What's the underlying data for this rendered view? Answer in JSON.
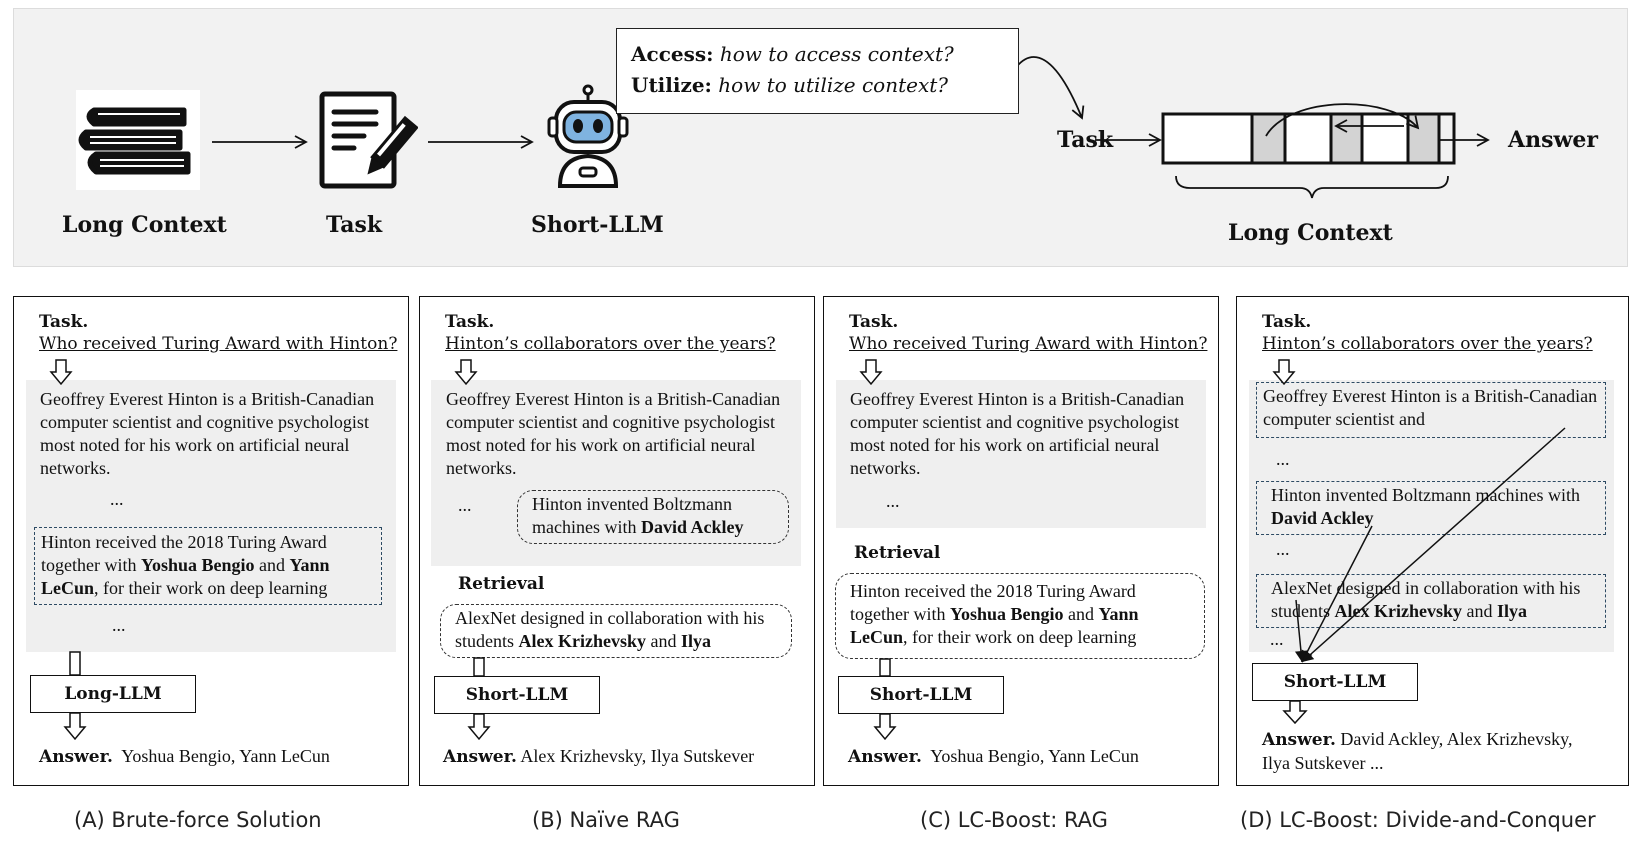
{
  "top": {
    "long_context_label": "Long Context",
    "task_label": "Task",
    "short_llm_label": "Short-LLM",
    "speech": {
      "access_key": "Access:",
      "access_text": "how to access context?",
      "utilize_key": "Utilize:",
      "utilize_text": "how to utilize context?"
    },
    "flow_task_label": "Task",
    "flow_answer_label": "Answer",
    "flow_long_context_label": "Long Context"
  },
  "panels": {
    "a": {
      "task_title": "Task.",
      "question": "Who received Turing Award with Hinton?",
      "para1": "Geoffrey Everest Hinton is a British-Canadian computer scientist and cognitive psychologist most noted for his work on artificial neural networks.",
      "ellipsis1": "...",
      "hl_pre": "Hinton received the 2018 Turing Award together with ",
      "hl_b1": "Yoshua Bengio",
      "hl_mid": " and ",
      "hl_b2": "Yann LeCun",
      "hl_post": ", for their work on deep learning",
      "ellipsis2": "...",
      "llm": "Long-LLM",
      "answer_head": "Answer.",
      "answer_text": "Yoshua Bengio, Yann LeCun",
      "caption": "(A) Brute-force Solution"
    },
    "b": {
      "task_title": "Task.",
      "question": "Hinton’s collaborators over the years?",
      "para1": "Geoffrey Everest Hinton is a British-Canadian computer scientist and cognitive psychologist most noted for his work on artificial neural networks.",
      "ellipsis1": "...",
      "hl_pre": "Hinton invented Boltzmann machines with ",
      "hl_b1": "David Ackley",
      "retrieval": "Retrieval",
      "ret_pre": "AlexNet designed in collaboration with his students ",
      "ret_b1": "Alex Krizhevsky",
      "ret_mid": " and ",
      "ret_b2": "Ilya",
      "llm": "Short-LLM",
      "answer_head": "Answer.",
      "answer_text": "Alex Krizhevsky, Ilya Sutskever",
      "caption": "(B) Naïve RAG"
    },
    "c": {
      "task_title": "Task.",
      "question": "Who received Turing Award with Hinton?",
      "para1": "Geoffrey Everest Hinton is a British-Canadian computer scientist and cognitive psychologist most noted for his work on artificial neural networks.",
      "ellipsis1": "...",
      "retrieval": "Retrieval",
      "ret_pre": "Hinton received the 2018 Turing Award together with ",
      "ret_b1": "Yoshua Bengio",
      "ret_mid": " and ",
      "ret_b2": "Yann LeCun",
      "ret_post": ", for their work on deep learning",
      "llm": "Short-LLM",
      "answer_head": "Answer.",
      "answer_text": "Yoshua Bengio, Yann LeCun",
      "caption": "(C) LC-Boost: RAG"
    },
    "d": {
      "task_title": "Task.",
      "question": "Hinton’s collaborators over the years?",
      "chunk1": "Geoffrey Everest Hinton is a British-Canadian computer scientist and",
      "ellipsis1": "...",
      "chunk2_pre": "Hinton invented Boltzmann machines with ",
      "chunk2_b": "David Ackley",
      "ellipsis2": "...",
      "chunk3_pre": "AlexNet designed in collaboration with his students ",
      "chunk3_b1": "Alex Krizhevsky",
      "chunk3_mid": " and ",
      "chunk3_b2": "Ilya",
      "ellipsis3": "...",
      "llm": "Short-LLM",
      "answer_head": "Answer.",
      "answer_text": "David Ackley, Alex Krizhevsky, Ilya Sutskever ...",
      "caption": "(D) LC-Boost: Divide-and-Conquer"
    }
  },
  "colors": {
    "band_bg": "#f2f2f2",
    "context_bg": "#efefef",
    "robot_accent": "#7fb3e0",
    "dashed_border": "#2d4a63"
  },
  "icons": [
    "books-icon",
    "document-pen-icon",
    "robot-icon"
  ]
}
